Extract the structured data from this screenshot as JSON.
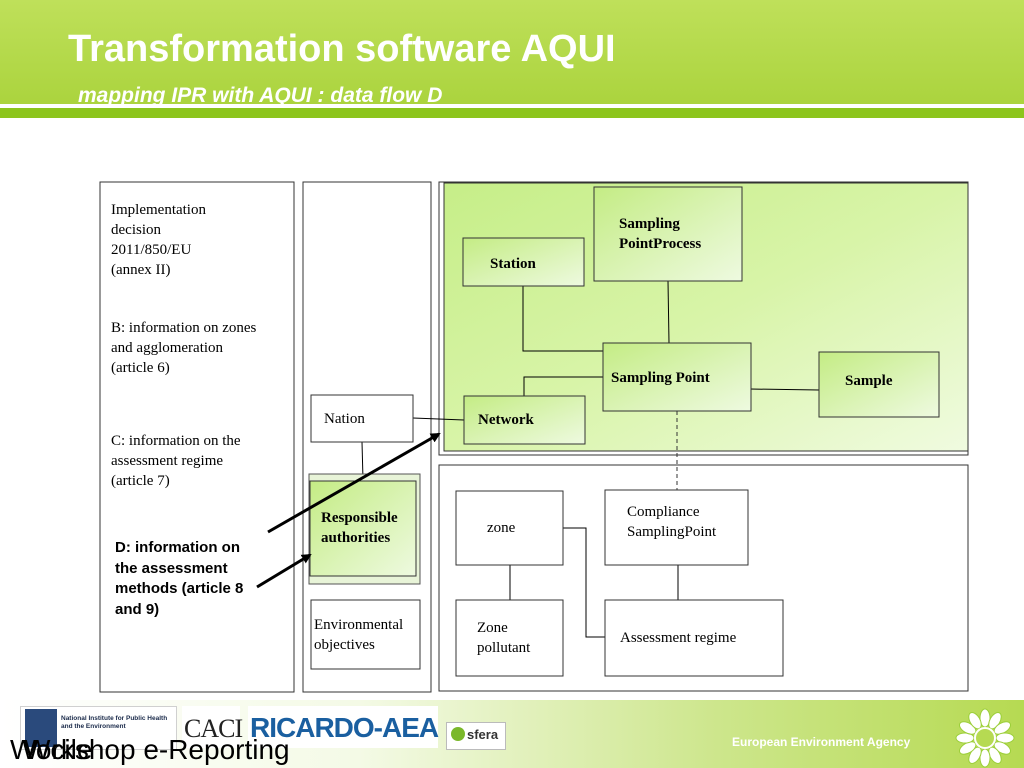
{
  "slide": {
    "title": "Transformation software AQUI",
    "subtitle": "mapping IPR with AQUI : data flow D"
  },
  "left_panel": {
    "decision": [
      "Implementation",
      "decision",
      "2011/850/EU",
      "(annex II)"
    ],
    "item_b": [
      "B: information on zones",
      "and agglomeration",
      "(article 6)"
    ],
    "item_c": [
      "C: information on the",
      "assessment regime",
      "(article 7)"
    ],
    "item_d": [
      "D: information on",
      "the assessment",
      "methods (article 8",
      "and 9)"
    ]
  },
  "middle_panel": {
    "nation": "Nation",
    "responsible_authorities": [
      "Responsible",
      "authorities"
    ],
    "environmental_objectives": [
      "Environmental",
      "objectives"
    ]
  },
  "top_panel": {
    "station": "Station",
    "sampling_point_process": [
      "Sampling",
      "PointProcess"
    ],
    "sampling_point": "Sampling Point",
    "sample": "Sample",
    "network": "Network"
  },
  "bottom_panel": {
    "zone": "zone",
    "compliance_sampling_point": [
      "Compliance",
      "SamplingPoint"
    ],
    "zone_pollutant": [
      "Zone",
      "pollutant"
    ],
    "assessment_regime": "Assessment regime"
  },
  "footer": {
    "workshop": "Workshop e-Reporting",
    "workshop_overlay": "Wcile",
    "eea": "European Environment Agency",
    "logos": {
      "rivm": [
        "National Institute for Public Health",
        "and the Environment"
      ],
      "caci": "CACI",
      "ricardo": "RICARDO-AEA",
      "sfera": "sfera"
    }
  },
  "colors": {
    "header_green": "#a8d23a",
    "panel_green": "#c8ec8c",
    "box_border": "#333333",
    "accent": "#8cc51c"
  }
}
